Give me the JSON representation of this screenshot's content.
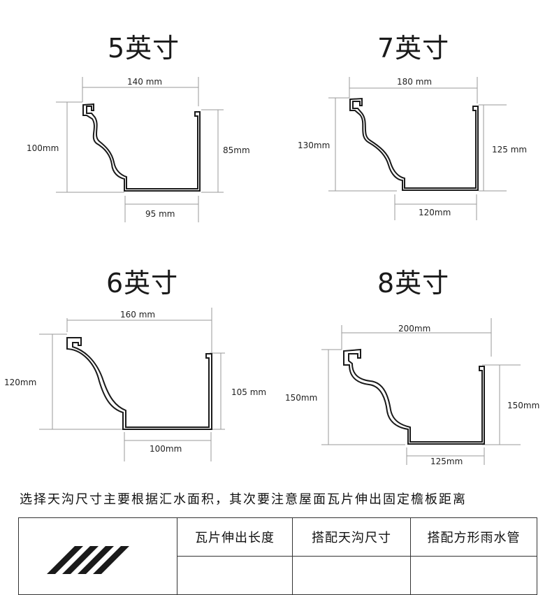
{
  "profiles": [
    {
      "id": "p5",
      "title": "5英寸",
      "top_width": "140 mm",
      "left_height": "100mm",
      "right_height": "85mm",
      "bottom_width": "95 mm"
    },
    {
      "id": "p7",
      "title": "7英寸",
      "top_width": "180 mm",
      "left_height": "130mm",
      "right_height": "125 mm",
      "bottom_width": "120mm"
    },
    {
      "id": "p6",
      "title": "6英寸",
      "top_width": "160 mm",
      "left_height": "120mm",
      "right_height": "105 mm",
      "bottom_width": "100mm"
    },
    {
      "id": "p8",
      "title": "8英寸",
      "top_width": "200mm",
      "left_height": "150mm",
      "right_height": "150mm",
      "bottom_width": "125mm"
    }
  ],
  "caption": "选择天沟尺寸主要根据汇水面积，其次要注意屋面瓦片伸出固定檐板距离",
  "table": {
    "headers": [
      "瓦片伸出长度",
      "搭配天沟尺寸",
      "搭配方形雨水管"
    ]
  },
  "colors": {
    "line": "#1a1a1a",
    "dim_line": "#9a9a9a",
    "text": "#1a1a1a"
  }
}
